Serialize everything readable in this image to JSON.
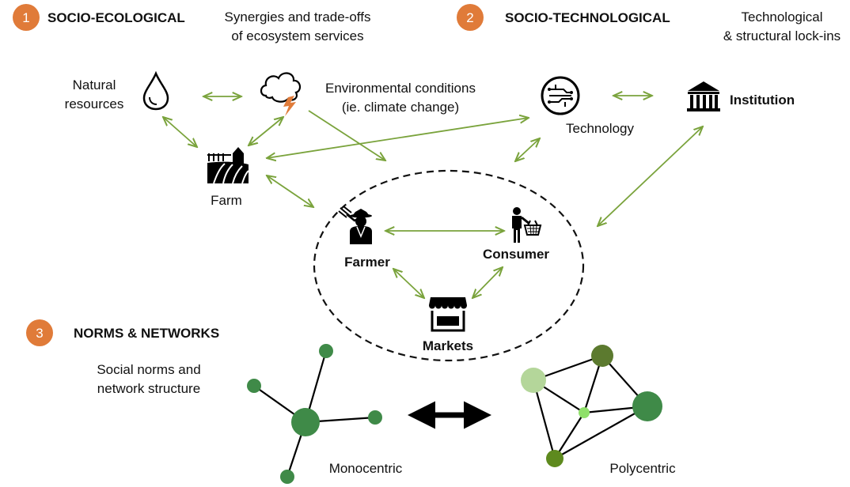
{
  "sections": [
    {
      "number": "1",
      "title": "SOCIO-ECOLOGICAL",
      "subtitle_lines": [
        "Synergies and trade-offs",
        "of ecosystem services"
      ]
    },
    {
      "number": "2",
      "title": "SOCIO-TECHNOLOGICAL",
      "subtitle_lines": [
        "Technological",
        "& structural lock-ins"
      ]
    },
    {
      "number": "3",
      "title": "NORMS & NETWORKS",
      "subtitle_lines": [
        "Social norms and",
        "network structure"
      ]
    }
  ],
  "nodes": {
    "natural_resources": [
      "Natural",
      "resources"
    ],
    "environment": [
      "Environmental conditions",
      "(ie. climate change)"
    ],
    "farm": "Farm",
    "technology": "Technology",
    "institution": "Institution",
    "farmer": "Farmer",
    "consumer": "Consumer",
    "markets": "Markets"
  },
  "networks": {
    "monocentric": "Monocentric",
    "polycentric": "Polycentric"
  },
  "colors": {
    "badge": "#e07b39",
    "arrow": "#7aa33c",
    "network_green": "#3f8a48"
  },
  "icons": [
    "water-drop-icon",
    "storm-cloud-icon",
    "farm-barn-icon",
    "circuit-chip-icon",
    "institution-building-icon",
    "farmer-icon",
    "consumer-basket-icon",
    "market-stall-icon"
  ]
}
